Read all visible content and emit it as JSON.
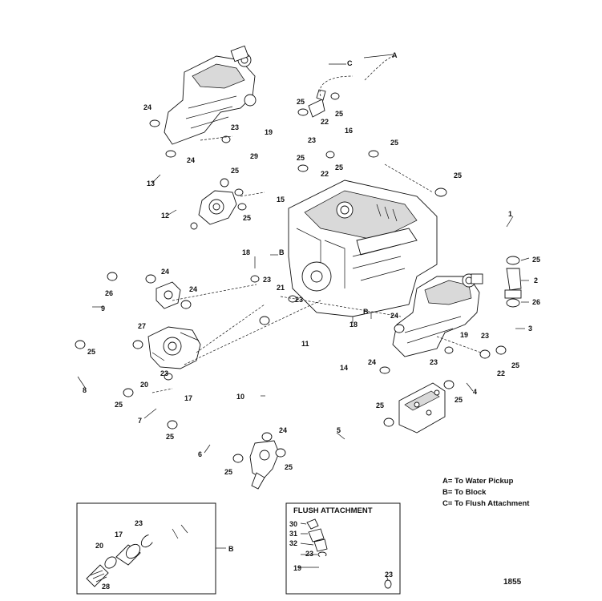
{
  "legend": {
    "a": "A= To Water Pickup",
    "b": "B= To Block",
    "c": "C= To Flush Attachment"
  },
  "flush_box_title": "FLUSH ATTACHMENT",
  "figure_number": "1855",
  "letters": {
    "a": "A",
    "b": "B",
    "c": "C"
  },
  "callouts": {
    "n1": "1",
    "n2": "2",
    "n3": "3",
    "n4": "4",
    "n5": "5",
    "n6": "6",
    "n7": "7",
    "n8": "8",
    "n9": "9",
    "n10": "10",
    "n11": "11",
    "n12": "12",
    "n13": "13",
    "n14": "14",
    "n15": "15",
    "n16": "16",
    "n17": "17",
    "n18": "18",
    "n19": "19",
    "n20": "20",
    "n21": "21",
    "n22": "22",
    "n23": "23",
    "n24": "24",
    "n25": "25",
    "n26": "26",
    "n27": "27",
    "n28": "28",
    "n29": "29",
    "n30": "30",
    "n31": "31",
    "n32": "32"
  }
}
